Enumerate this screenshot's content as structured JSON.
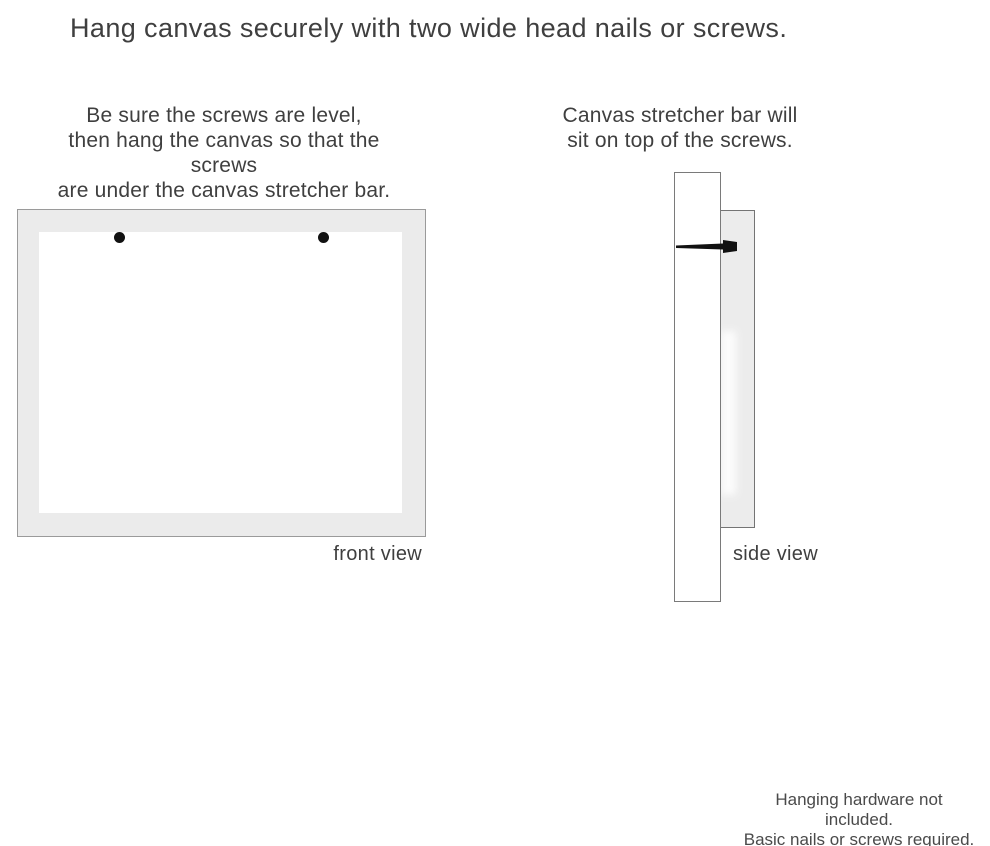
{
  "title": "Hang canvas securely with two wide head nails or screws.",
  "front_section": {
    "instruction": "Be sure the screws are level,\nthen hang the canvas so that the screws\nare under the canvas stretcher bar.",
    "label": "front view",
    "screw_count": 2
  },
  "side_section": {
    "instruction": "Canvas stretcher bar will\nsit on top of the screws.",
    "label": "side view"
  },
  "footnote": "Hanging hardware not included.\nBasic nails or screws required.",
  "icons": {
    "screws": "screw-dot",
    "fastener": "nail-icon"
  },
  "colors": {
    "background": "#ffffff",
    "text": "#3f3f3f",
    "footnote_text": "#4a4a4a",
    "canvas_fill": "#ebebeb",
    "canvas_border": "#9a9a9a",
    "canvas_inner": "#ffffff",
    "side_bar_fill": "#ffffff",
    "side_bar_border": "#7a7a7a",
    "side_canvas_fill": "#ececec",
    "side_canvas_border": "#747474",
    "screw_dot": "#111111",
    "nail": "#111111"
  }
}
